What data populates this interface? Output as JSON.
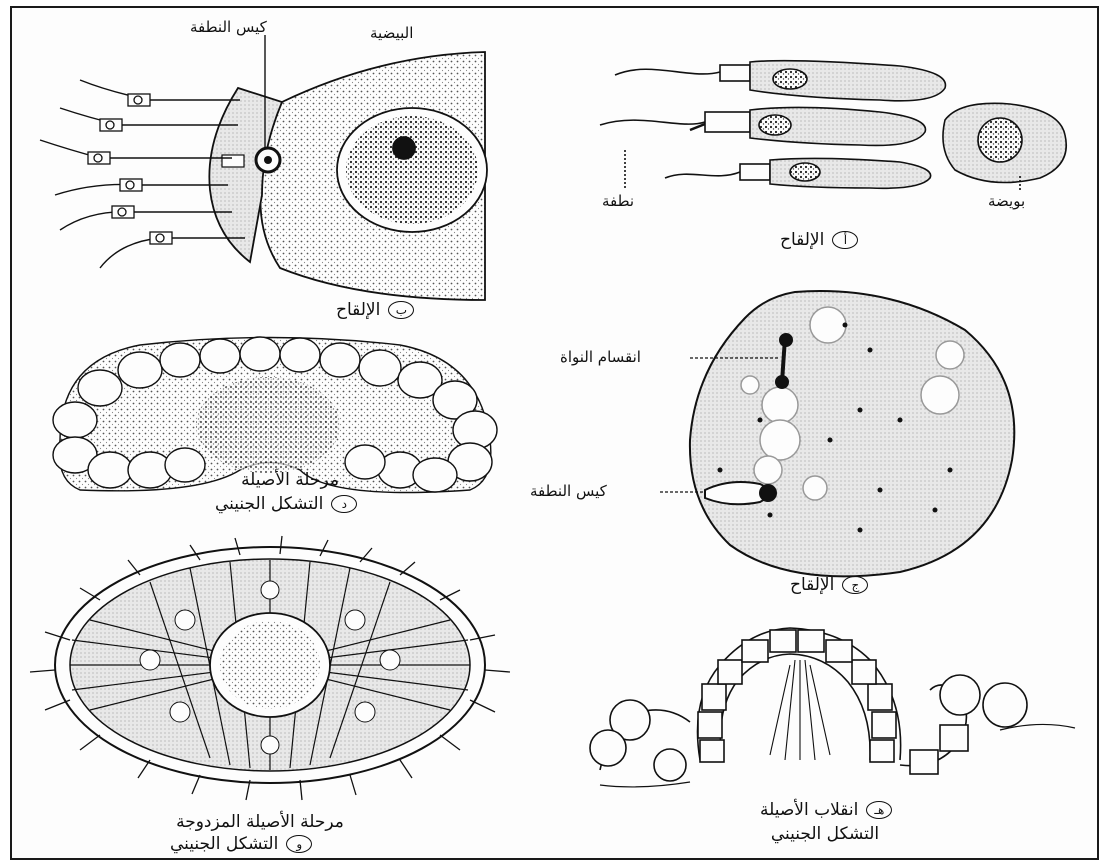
{
  "panels": {
    "a": {
      "letter": "أ",
      "caption": "الإلقاح",
      "label_sperm": "نطفة",
      "label_egg": "بويضة"
    },
    "b": {
      "letter": "ب",
      "caption": "الإلقاح",
      "label_sac": "كيس النطفة",
      "label_egg": "البيضية"
    },
    "c": {
      "letter": "ج",
      "caption": "الإلقاح",
      "label_division": "انقسام النواة",
      "label_sac": "كيس النطفة"
    },
    "d": {
      "letter": "د",
      "caption_line1": "مرحلة الأصيلة",
      "caption_line2": "التشكل الجنيني"
    },
    "e": {
      "letter": "هـ",
      "caption_line1": "انقلاب الأصيلة",
      "caption_line2": "التشكل الجنيني"
    },
    "f": {
      "letter": "و",
      "caption_line1": "مرحلة الأصيلة المزدوجة",
      "caption_line2": "التشكل الجنيني"
    }
  },
  "colors": {
    "ink": "#111111",
    "stipple": "#d9d9d9",
    "paper": "#fdfdfd"
  }
}
